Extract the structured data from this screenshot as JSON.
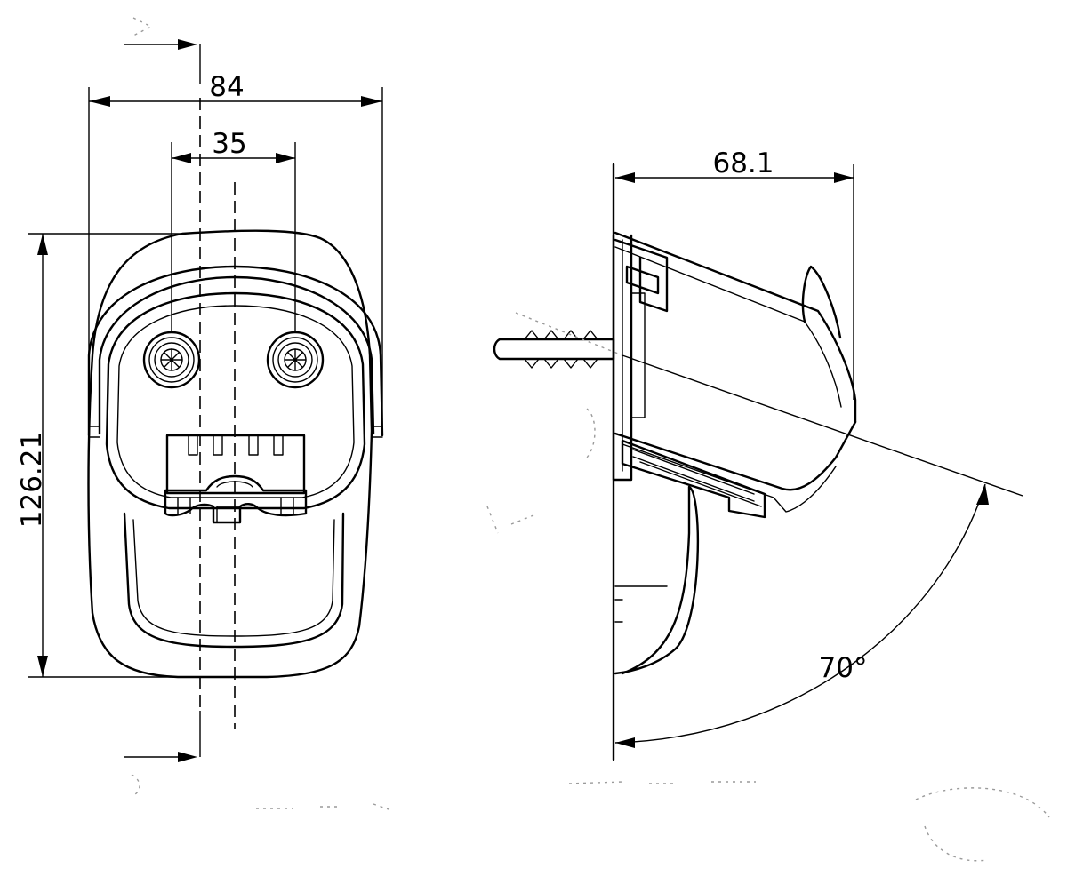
{
  "dimensions": {
    "overall_width": "84",
    "screw_spacing": "35",
    "overall_height": "126.21",
    "projection_depth": "68.1",
    "tilt_angle": "70°"
  }
}
